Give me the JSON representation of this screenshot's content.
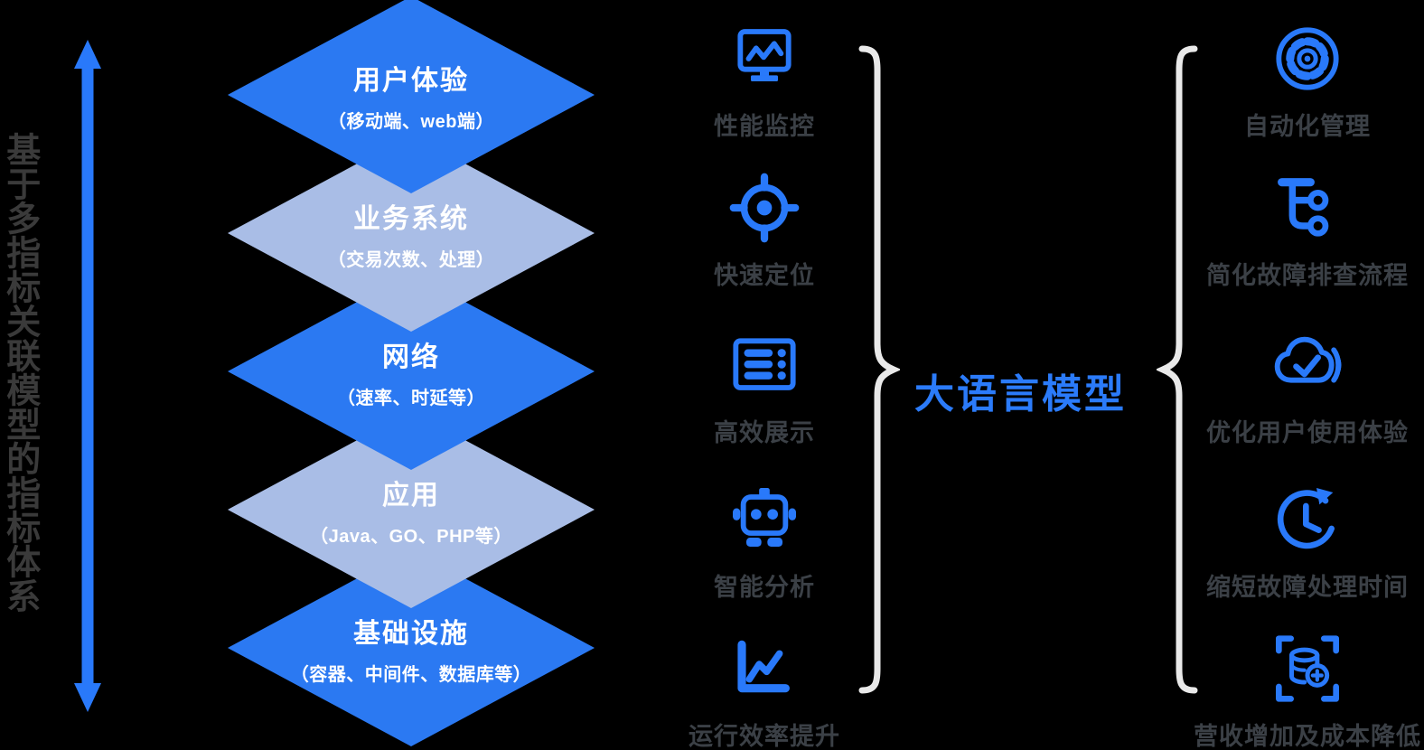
{
  "left_axis": {
    "vertical_label": "基于多指标关联模型的指标体系"
  },
  "pyramid": {
    "layers": [
      {
        "title": "用户体验",
        "subtitle": "（移动端、web端）",
        "tone": "bright"
      },
      {
        "title": "业务系统",
        "subtitle": "（交易次数、处理）",
        "tone": "light"
      },
      {
        "title": "网络",
        "subtitle": "（速率、时延等）",
        "tone": "bright"
      },
      {
        "title": "应用",
        "subtitle": "（Java、GO、PHP等）",
        "tone": "light"
      },
      {
        "title": "基础设施",
        "subtitle": "（容器、中间件、数据库等）",
        "tone": "bright"
      }
    ]
  },
  "capabilities": {
    "items": [
      {
        "icon": "performance-monitor-icon",
        "label": "性能监控"
      },
      {
        "icon": "target-locate-icon",
        "label": "快速定位"
      },
      {
        "icon": "dashboard-list-icon",
        "label": "高效展示"
      },
      {
        "icon": "robot-ai-icon",
        "label": "智能分析"
      },
      {
        "icon": "trend-chart-icon",
        "label": "运行效率提升"
      }
    ]
  },
  "center": {
    "title": "大语言模型"
  },
  "benefits": {
    "items": [
      {
        "icon": "automation-gear-icon",
        "label": "自动化管理"
      },
      {
        "icon": "branch-flow-icon",
        "label": "简化故障排查流程"
      },
      {
        "icon": "cloud-check-icon",
        "label": "优化用户使用体验"
      },
      {
        "icon": "clock-history-icon",
        "label": "缩短故障处理时间"
      },
      {
        "icon": "revenue-database-icon",
        "label": "营收增加及成本降低"
      }
    ]
  },
  "colors": {
    "background": "#000000",
    "diamond_bright_blue": "#2b79f2",
    "diamond_light_blue": "#a9bde6",
    "icon_blue": "#2979fa",
    "center_title_blue": "#2b7bfa",
    "label_dark_gray": "#3b4046",
    "axis_text_dark": "#3a3a3a",
    "brace_light_gray": "#e9e9e9",
    "arrow_blue": "#2979fa"
  }
}
